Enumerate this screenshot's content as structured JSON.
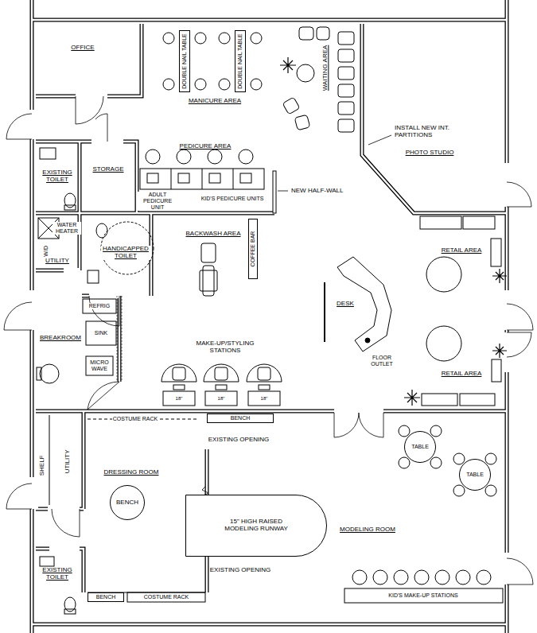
{
  "diagram": {
    "nodes": [
      {
        "text": [
          "DOUBLE NAIL TABLE"
        ]
      },
      {
        "text": [
          "DOUBLE NAIL TABLE"
        ]
      },
      {
        "text": [
          "COFFEE BAR"
        ]
      },
      {
        "text": [
          "BENCH"
        ]
      },
      {
        "text": [
          "BENCH"
        ]
      },
      {
        "text": [
          "15\" HIGH RAISED MODELING RUNWAY"
        ]
      },
      {
        "text": [
          "TABLE"
        ]
      },
      {
        "text": [
          "TABLE"
        ]
      },
      {
        "text": [
          "BENCH"
        ]
      }
    ],
    "labels": [
      "OFFICE",
      "MANICURE AREA",
      "WAITING AREA",
      "INSTALL NEW INT. PARTITIONS",
      "PHOTO STUDIO",
      "EXISTING TOILET",
      "STORAGE",
      "PEDICURE AREA",
      "ADULT PEDICURE UNIT",
      "KID'S PEDICURE UNITS",
      "NEW HALF-WALL",
      "WATER HEATER",
      "W/D",
      "UTILITY",
      "HANDICAPPED TOILET",
      "BACKWASH AREA",
      "RETAIL AREA",
      "DESK",
      "REFRIG",
      "SINK",
      "BREAKROOM",
      "MICRO WAVE",
      "MAKE-UP/STYLING STATIONS",
      "FLOOR OUTLET",
      "RETAIL AREA",
      "18\"",
      "18\"",
      "18\"",
      "COSTUME RACK",
      "EXISTING OPENING",
      "SHELF",
      "UTILITY",
      "DRESSING ROOM",
      "MODELING ROOM",
      "EXISTING TOILET",
      "EXISTING OPENING",
      "COSTUME RACK",
      "KID'S MAKE-UP STATIONS"
    ]
  }
}
